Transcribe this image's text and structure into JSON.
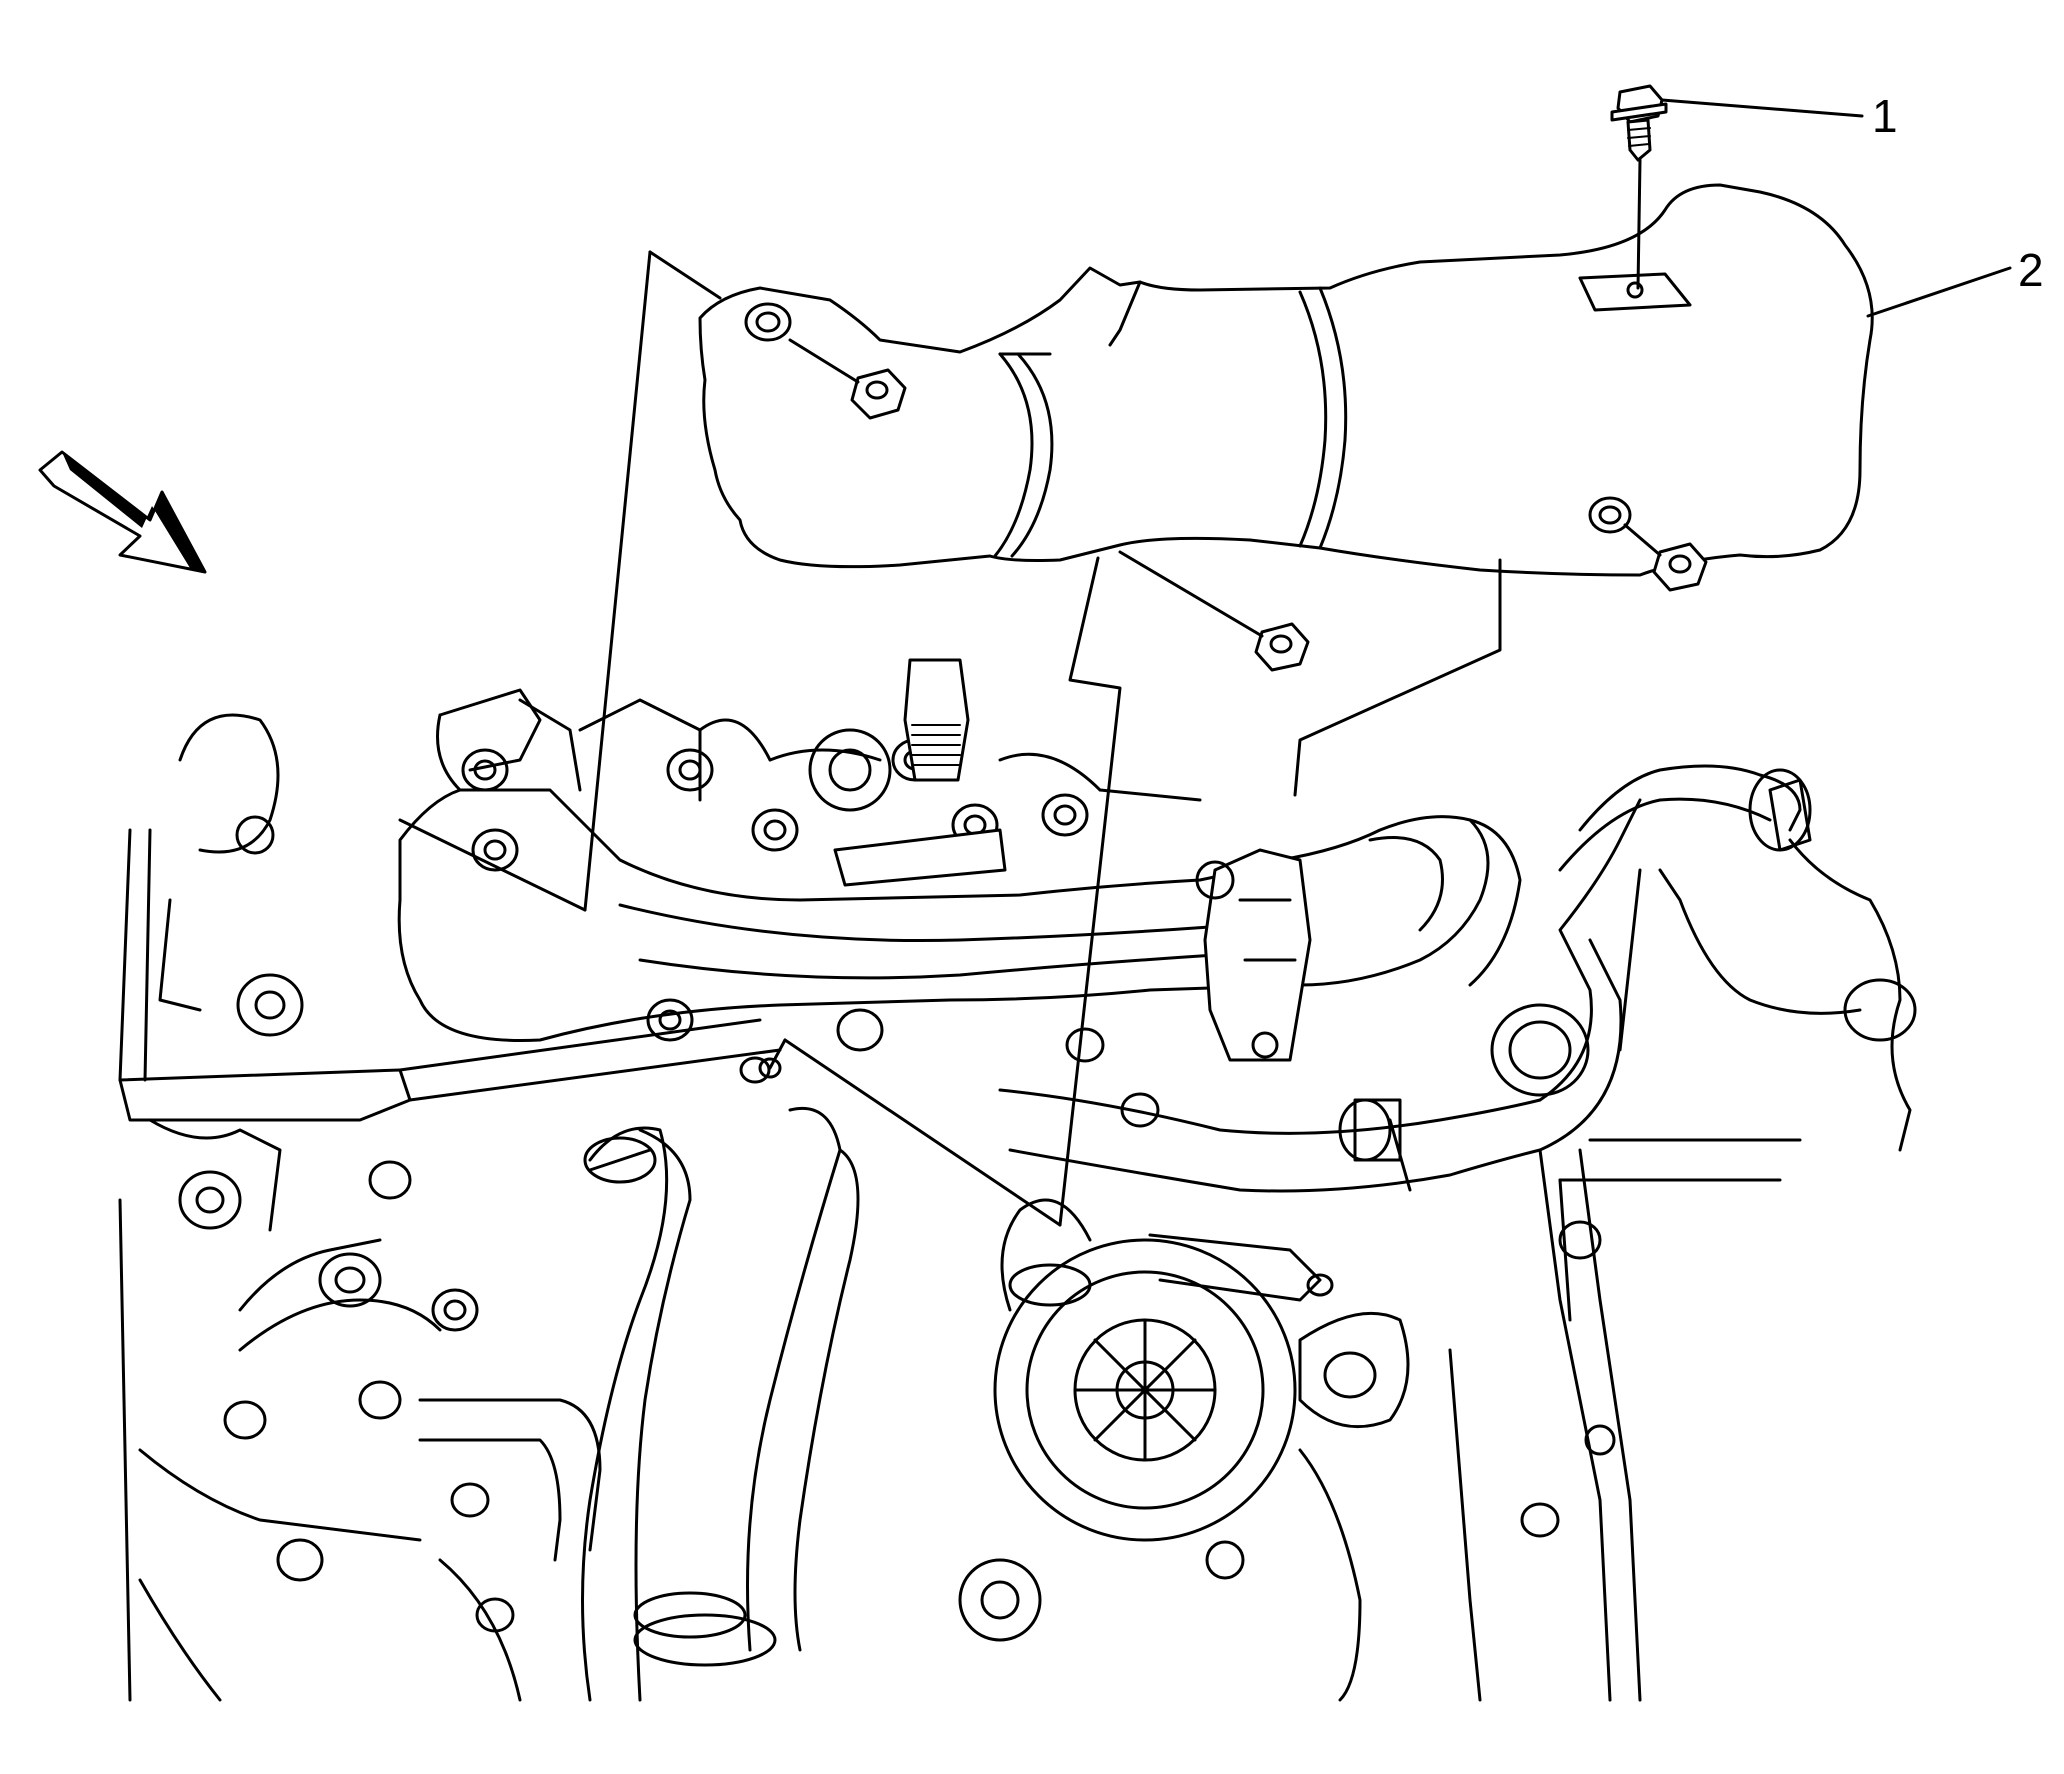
{
  "figure": {
    "callouts": [
      {
        "id": "callout-1",
        "label": "1",
        "part": "heat-shield-bolt"
      },
      {
        "id": "callout-2",
        "label": "2",
        "part": "heat-shield"
      }
    ],
    "view_arrow": "view-direction-arrow",
    "colors": {
      "line": "#000000",
      "background": "#ffffff"
    }
  }
}
